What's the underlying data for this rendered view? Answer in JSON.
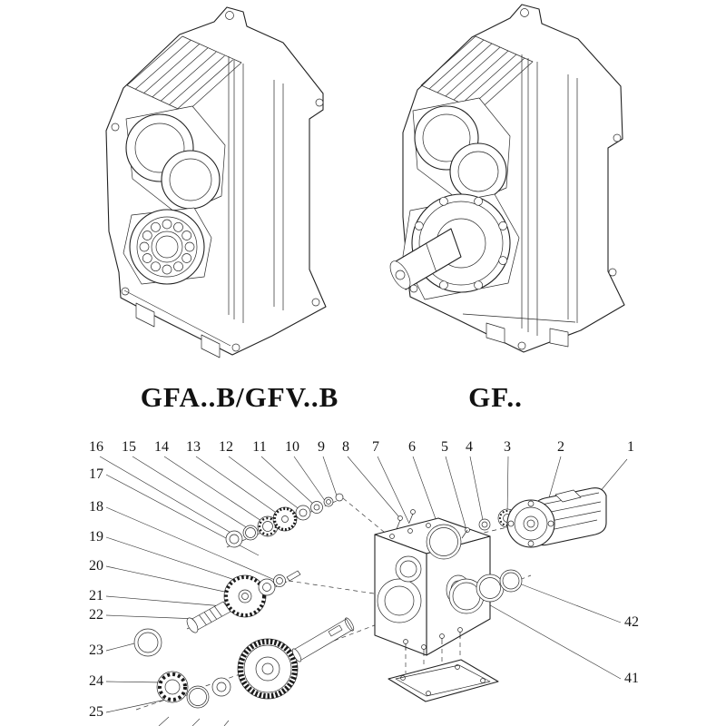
{
  "figure": {
    "background": "#ffffff",
    "line_color": "#222222"
  },
  "models": {
    "left": {
      "label": "GFA..B/GFV..B"
    },
    "right": {
      "label": "GF.."
    }
  },
  "exploded_view": {
    "callouts_top": [
      "16",
      "15",
      "14",
      "13",
      "12",
      "11",
      "10",
      "9",
      "8",
      "7",
      "6",
      "5",
      "4",
      "3",
      "2",
      "1"
    ],
    "callouts_left": [
      "17",
      "18",
      "19",
      "20",
      "21",
      "22",
      "23",
      "24",
      "25"
    ],
    "callouts_right": [
      "42",
      "41"
    ]
  }
}
